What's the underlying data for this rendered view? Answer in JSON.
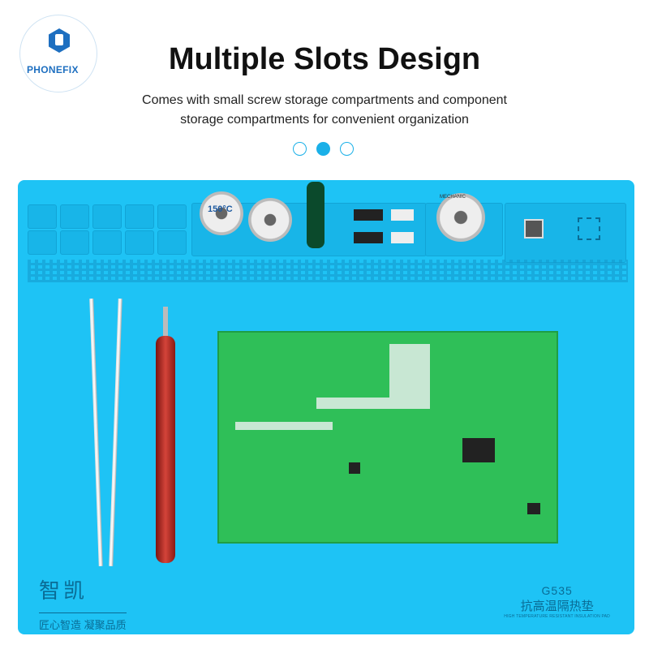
{
  "logo": {
    "brand": "PHONEFIX",
    "icon": "phone-wrench-hex-icon"
  },
  "header": {
    "title": "Multiple Slots Design",
    "subtitle_line1": "Comes with small screw storage compartments and component",
    "subtitle_line2": "storage compartments for convenient organization"
  },
  "carousel": {
    "count": 3,
    "active": 2
  },
  "mat": {
    "brand_cn": "智凯",
    "slogan_cn": "匠心智造 凝聚品质",
    "model": "G535",
    "product_cn": "抗高温隔热垫",
    "product_en": "HIGH TEMPERATURE RESISTANT INSULATION PAD",
    "solder_label": "150°C",
    "flux_label": "MECHANIC",
    "color": "#1ec3f5"
  }
}
